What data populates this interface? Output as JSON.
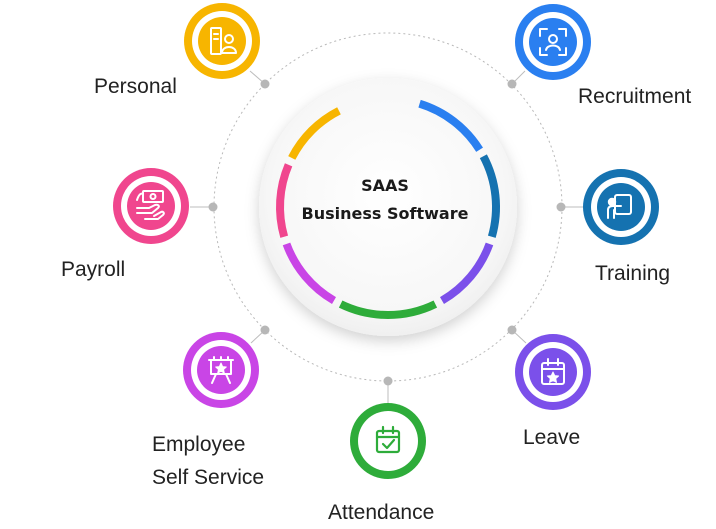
{
  "center": {
    "line1": "SAAS",
    "line2": "Business Software"
  },
  "modules": [
    {
      "id": "personal",
      "label": "Personal",
      "color": "#f7b500",
      "icon": "id-badge-icon"
    },
    {
      "id": "recruitment",
      "label": "Recruitment",
      "color": "#2a7ff0",
      "icon": "user-scan-icon"
    },
    {
      "id": "payroll",
      "label": "Payroll",
      "color": "#f0468e",
      "icon": "money-exchange-icon"
    },
    {
      "id": "training",
      "label": "Training",
      "color": "#1572b0",
      "icon": "presenter-board-icon"
    },
    {
      "id": "ess",
      "label": "Employee",
      "label2": "Self Service",
      "color": "#c945e6",
      "icon": "award-board-icon"
    },
    {
      "id": "leave",
      "label": "Leave",
      "color": "#7b50ea",
      "icon": "calendar-star-icon"
    },
    {
      "id": "attendance",
      "label": "Attendance",
      "color": "#2eac3a",
      "icon": "calendar-check-icon"
    }
  ]
}
